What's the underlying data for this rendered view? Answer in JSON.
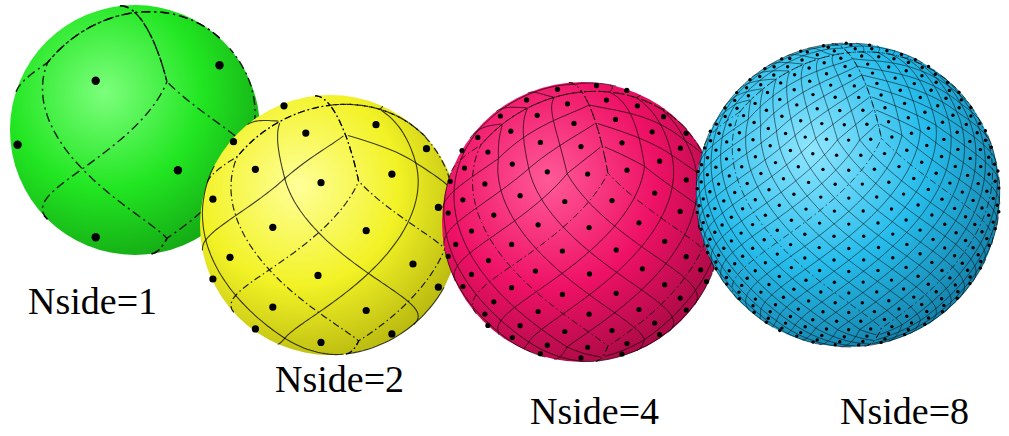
{
  "diagram": {
    "labels": [
      "Nside=1",
      "Nside=2",
      "Nside=4",
      "Nside=8"
    ]
  }
}
